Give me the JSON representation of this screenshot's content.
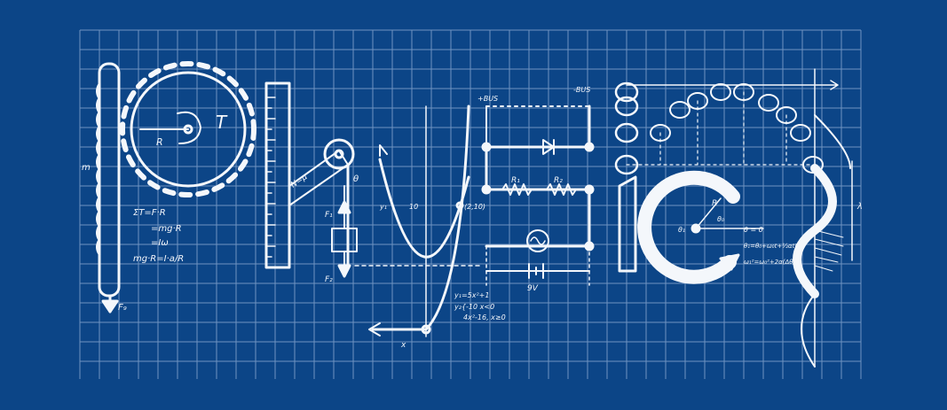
{
  "title_word": "Physics",
  "colors": {
    "background": "#0c4587",
    "grid": "#6f93c2",
    "ink": "#f4f7fb"
  },
  "grid": {
    "visible": true
  },
  "annotations": {
    "gear_T": "T",
    "gear_R": "R",
    "gear_m": "m",
    "gear_force": "F₉",
    "eq1": "ΣT=F·R",
    "eq2": "=mg·R",
    "eq3": "=Iω",
    "eq4": "mg·R=I·a/R",
    "incline_label": "N=μ",
    "force_up": "F₁",
    "force_down": "F₂",
    "theta": "θ",
    "graph_tick_10": "10",
    "graph_point": "(2,10)",
    "graph_y1": "y₁",
    "graph_eq1": "y₁=5x²+1",
    "graph_eq2a": "y₂{-10 x<0",
    "graph_eq2b": "4x²-16, x≥0",
    "graph_x": "x",
    "bus_plus": "+BUS",
    "bus_minus": "-BUS",
    "r1": "R₁",
    "r2": "R₂",
    "battery": "9V",
    "circle_R": "R",
    "theta0": "θ₀",
    "theta1": "θ₁",
    "theta_eq0": "θ = 0",
    "theta_eq1": "θ₁=θ₀+ω₀t+½αt²",
    "omega_eq": "ω₁²=ω₀²+2α(Δθ)",
    "lambda": "λ"
  }
}
